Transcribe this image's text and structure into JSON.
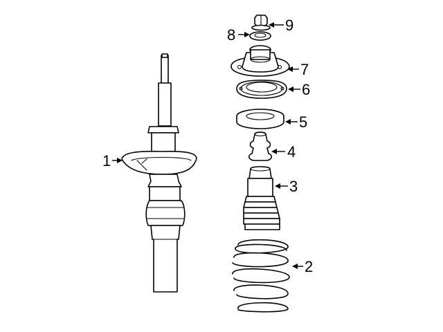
{
  "diagram": {
    "callouts": [
      {
        "number": "1",
        "part": "strut-assembly"
      },
      {
        "number": "2",
        "part": "coil-spring"
      },
      {
        "number": "3",
        "part": "dust-boot"
      },
      {
        "number": "4",
        "part": "bump-stop"
      },
      {
        "number": "5",
        "part": "lower-spring-seat"
      },
      {
        "number": "6",
        "part": "upper-spring-seat"
      },
      {
        "number": "7",
        "part": "strut-mount"
      },
      {
        "number": "8",
        "part": "washer"
      },
      {
        "number": "9",
        "part": "nut"
      }
    ]
  }
}
